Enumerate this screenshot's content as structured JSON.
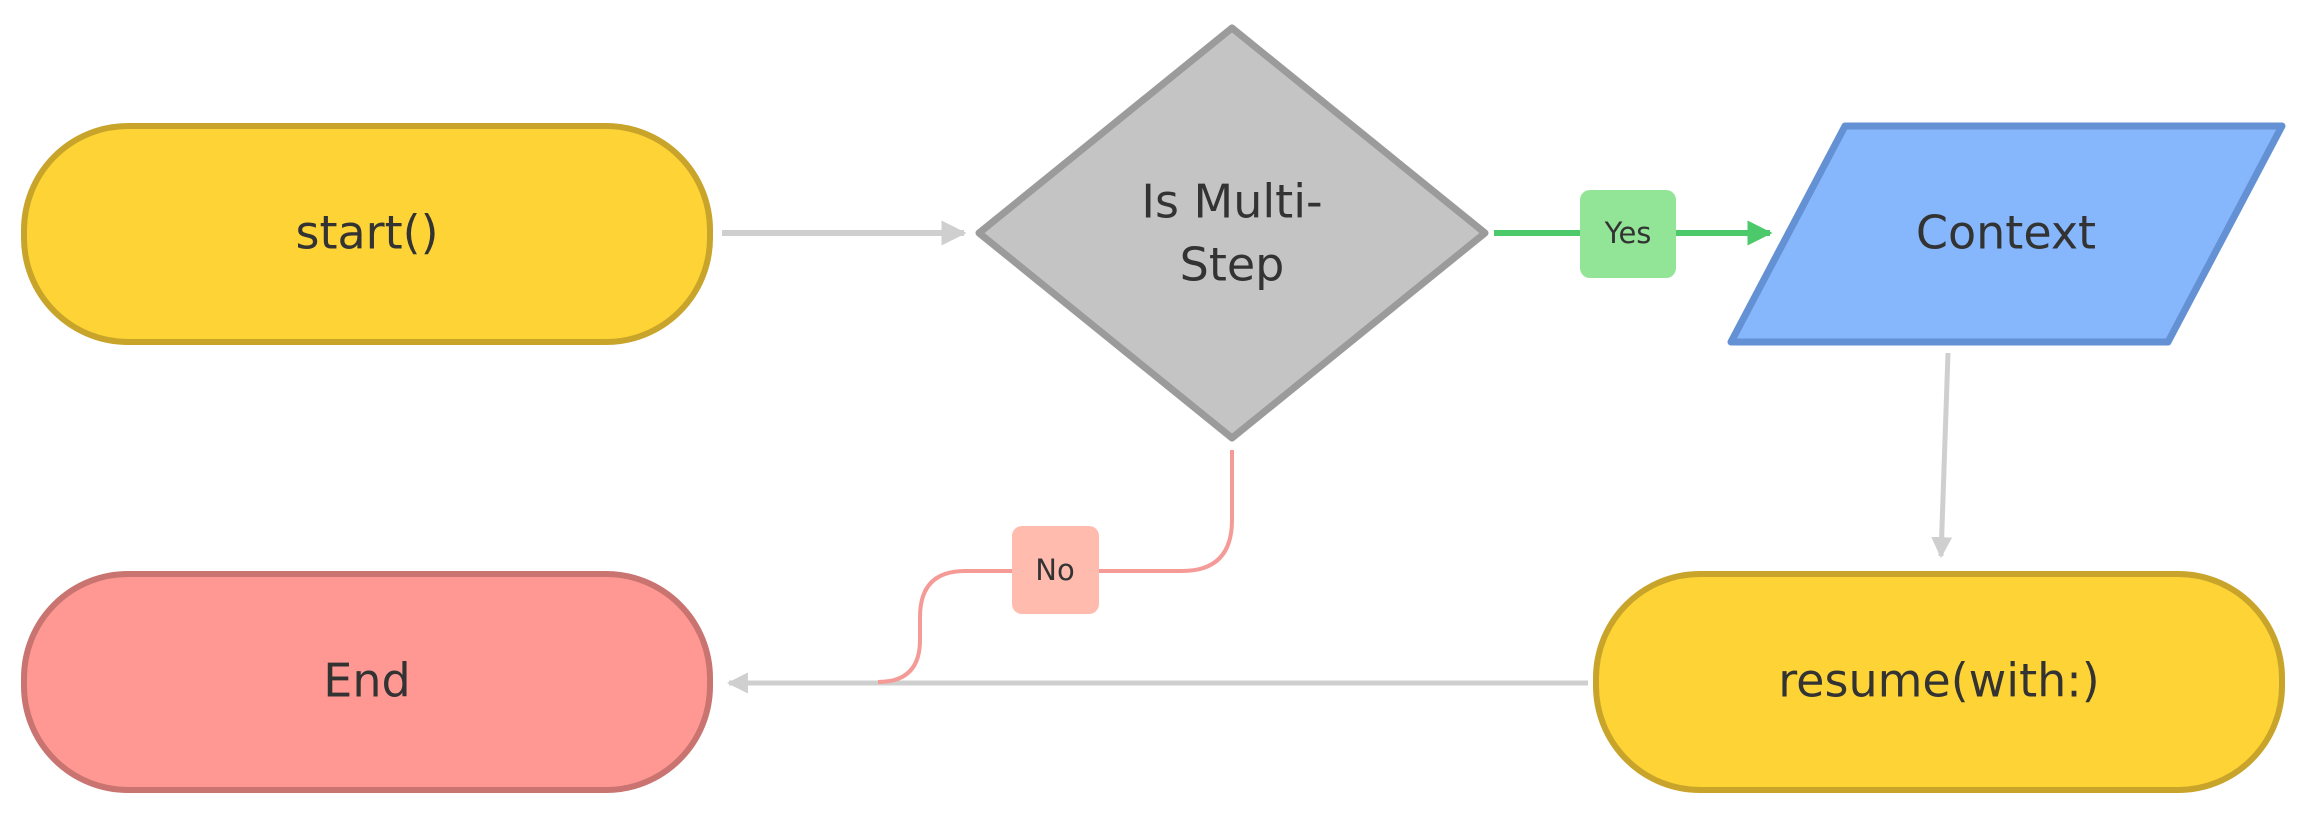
{
  "nodes": {
    "start": {
      "label": "start()",
      "fill": "#fdd335",
      "stroke": "#c9a42a"
    },
    "decision": {
      "line1": "Is Multi-",
      "line2": "Step",
      "fill": "#c4c4c4",
      "stroke": "#9b9b9b"
    },
    "context": {
      "label": "Context",
      "fill": "#86b6fc",
      "stroke": "#6490d4"
    },
    "end": {
      "label": "End",
      "fill": "#ff9892",
      "stroke": "#c97470"
    },
    "resume": {
      "label": "resume(with:)",
      "fill": "#fdd335",
      "stroke": "#c9a42a"
    }
  },
  "edges": {
    "yes": {
      "label": "Yes",
      "line_color": "#4cc96a",
      "label_fill": "#92e496"
    },
    "no": {
      "label": "No",
      "line_color": "#f59b97",
      "label_fill": "#ffbcae"
    },
    "default_line_color": "#cfcfcf"
  }
}
